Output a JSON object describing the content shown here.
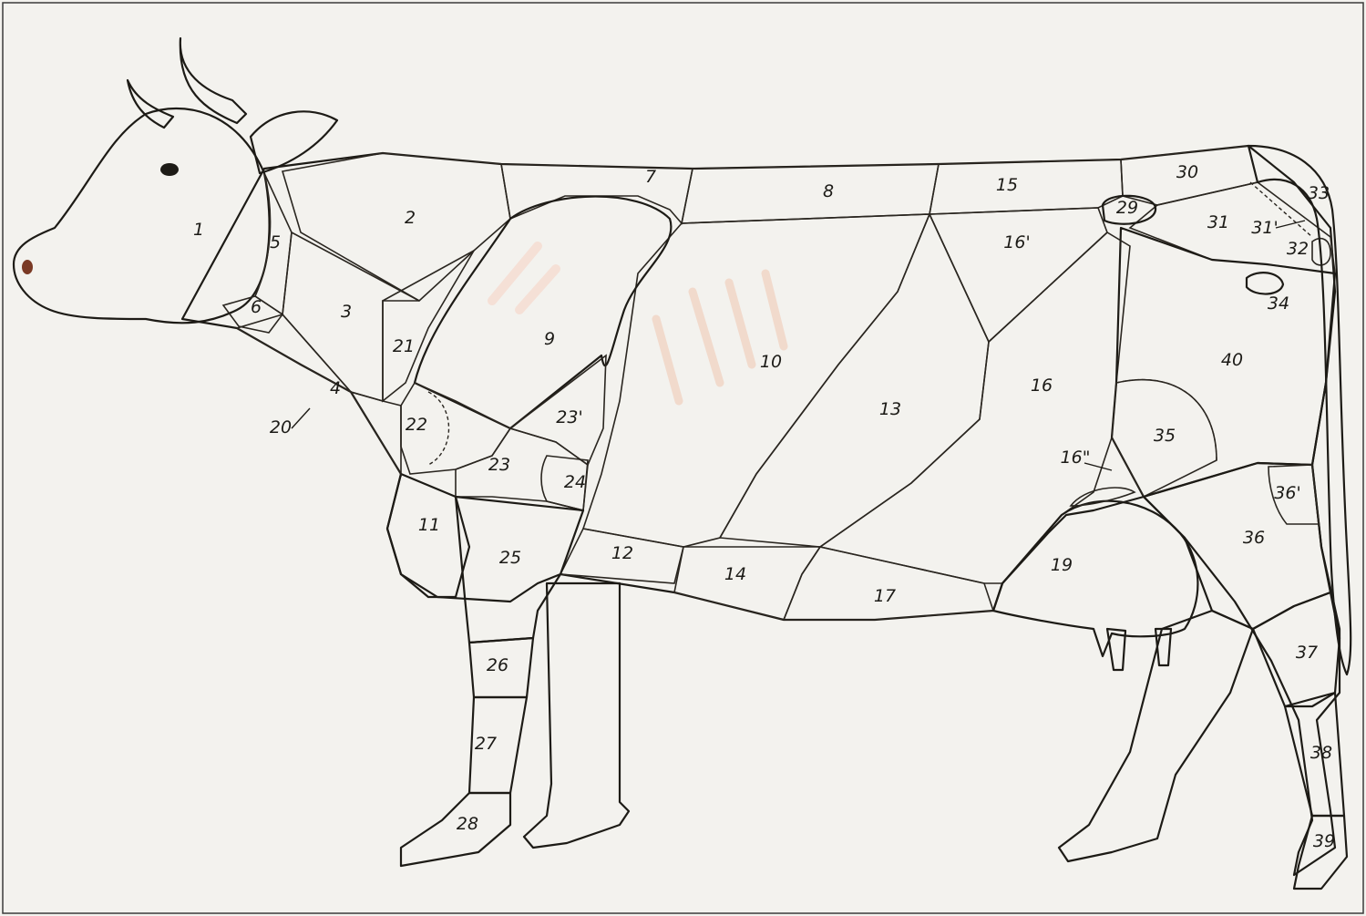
{
  "regions": [
    {
      "key": "r1",
      "label": "1",
      "color": "#d27b5a"
    },
    {
      "key": "r2",
      "label": "2",
      "color": "#e2cf5e"
    },
    {
      "key": "r3",
      "label": "3",
      "color": "#dcc455"
    },
    {
      "key": "r4",
      "label": "4",
      "color": "#dcc455"
    },
    {
      "key": "r5",
      "label": "5",
      "color": "#dcc455"
    },
    {
      "key": "r6",
      "label": "6",
      "color": "#dcc455"
    },
    {
      "key": "r7",
      "label": "7",
      "color": "#c98566"
    },
    {
      "key": "r8",
      "label": "8",
      "color": "#c2785a"
    },
    {
      "key": "r9",
      "label": "9",
      "color": "#d7927d"
    },
    {
      "key": "r10",
      "label": "10",
      "color": "#c98b70"
    },
    {
      "key": "r11",
      "label": "11",
      "color": "#c0623a"
    },
    {
      "key": "r12",
      "label": "12",
      "color": "#b8603e"
    },
    {
      "key": "r13",
      "label": "13",
      "color": "#eedf78"
    },
    {
      "key": "r14",
      "label": "14",
      "color": "#d9c55a"
    },
    {
      "key": "r15",
      "label": "15",
      "color": "#ecdc7a"
    },
    {
      "key": "r16p",
      "label": "16'",
      "color": "#c9b84f"
    },
    {
      "key": "r16",
      "label": "16",
      "color": "#ebda6e"
    },
    {
      "key": "r16pp",
      "label": "16\"",
      "color": "#ebda6e"
    },
    {
      "key": "r17",
      "label": "17",
      "color": "#e4d26a"
    },
    {
      "key": "r19",
      "label": "19",
      "color": "#e8cf5c"
    },
    {
      "key": "r20",
      "label": "20",
      "color": "#dcc455"
    },
    {
      "key": "r21",
      "label": "21",
      "color": "#b5ad4a"
    },
    {
      "key": "r22",
      "label": "22",
      "color": "#c8ccd6"
    },
    {
      "key": "r23",
      "label": "23",
      "color": "#c8ccd6"
    },
    {
      "key": "r23p",
      "label": "23'",
      "color": "#d0d4b8"
    },
    {
      "key": "r24",
      "label": "24",
      "color": "#c8ccd6"
    },
    {
      "key": "r25",
      "label": "25",
      "color": "#b7bcc8"
    },
    {
      "key": "r26",
      "label": "26",
      "color": "#c8ccd6"
    },
    {
      "key": "r27",
      "label": "27",
      "color": "#c8ccd6"
    },
    {
      "key": "r28",
      "label": "28",
      "color": "#c8ccd6"
    },
    {
      "key": "r29",
      "label": "29",
      "color": "#d9886d"
    },
    {
      "key": "r30",
      "label": "30",
      "color": "#d9998a"
    },
    {
      "key": "r31",
      "label": "31",
      "color": "#c98b7e"
    },
    {
      "key": "r31p",
      "label": "31'",
      "color": "#c98b7e"
    },
    {
      "key": "r32",
      "label": "32",
      "color": "#c98b7e"
    },
    {
      "key": "r33",
      "label": "33",
      "color": "#d99a90"
    },
    {
      "key": "r34",
      "label": "34",
      "color": "#c8ccd6"
    },
    {
      "key": "r35",
      "label": "35",
      "color": "#b7bcc8"
    },
    {
      "key": "r36p",
      "label": "36'",
      "color": "#b7bcc8"
    },
    {
      "key": "r36",
      "label": "36",
      "color": "#b7bcc8"
    },
    {
      "key": "r37",
      "label": "37",
      "color": "#c8ccd6"
    },
    {
      "key": "r38",
      "label": "38",
      "color": "#c8ccd6"
    },
    {
      "key": "r39",
      "label": "39",
      "color": "#c8ccd6"
    },
    {
      "key": "r40",
      "label": "40",
      "color": "#b2b8c6"
    }
  ]
}
